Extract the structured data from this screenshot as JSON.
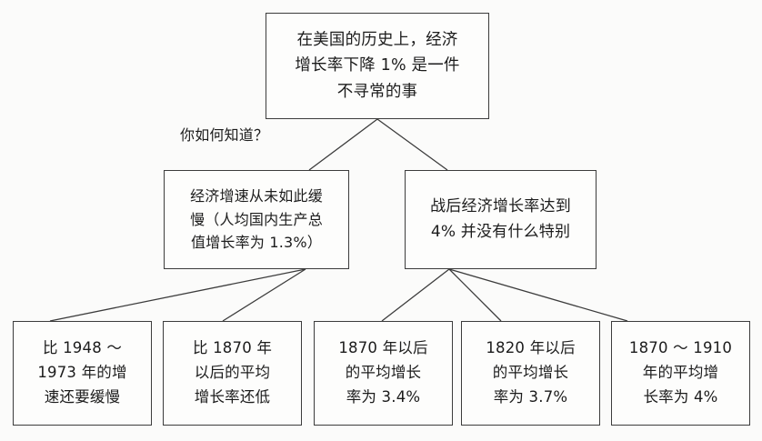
{
  "diagram": {
    "type": "argument-tree",
    "background_color": "#fbfbfa",
    "border_color": "#3c3c3c",
    "text_color": "#1c1c1c",
    "root": {
      "label": "在美国的历史上，经济\n增长率下降 1% 是一件\n不寻常的事"
    },
    "edge_labels": {
      "root_question": "你如何知道？"
    },
    "middle": [
      {
        "id": "mid-left",
        "label": "经济增速从未如此缓\n慢（人均国内生产总\n值增长率为 1.3%）"
      },
      {
        "id": "mid-right",
        "label": "战后经济增长率达到\n4% 并没有什么特别"
      }
    ],
    "leaves": [
      {
        "id": "leaf-0",
        "label": "比 1948 ～\n1973 年的增\n速还要缓慢"
      },
      {
        "id": "leaf-1",
        "label": "比 1870 年\n以后的平均\n增长率还低"
      },
      {
        "id": "leaf-2",
        "label": "1870 年以后\n的平均增长\n率为 3.4%"
      },
      {
        "id": "leaf-3",
        "label": "1820 年以后\n的平均增长\n率为 3.7%"
      },
      {
        "id": "leaf-4",
        "label": "1870 ～ 1910\n年的平均增\n长率为 4%"
      }
    ]
  }
}
